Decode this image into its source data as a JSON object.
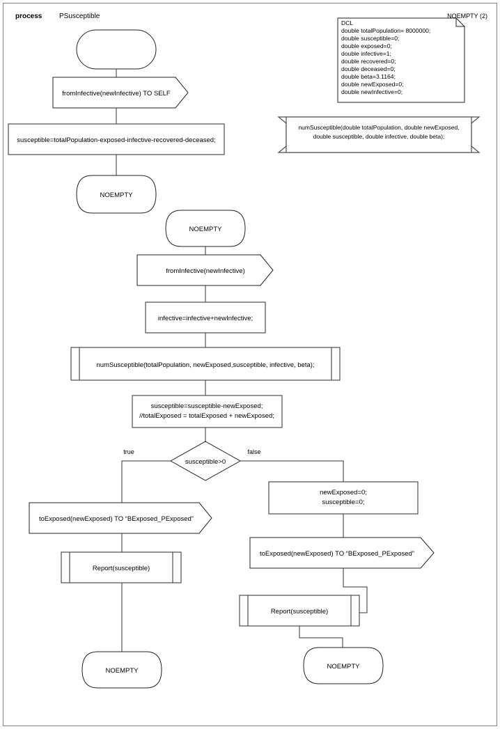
{
  "diagram": {
    "type": "SDL process diagram",
    "header": {
      "keyword": "process",
      "name": "PSusceptible",
      "page_label": "NOEMPTY (2)"
    },
    "declaration_note": {
      "title": "DCL",
      "lines": [
        "double totalPopulation= 8000000;",
        "double susceptible=0;",
        "double exposed=0;",
        "double infective=1;",
        "double recovered=0;",
        "double deceased=0;",
        "double beta=3.1164;",
        "double newExposed=0;",
        "double newInfective=0;"
      ]
    },
    "procedure_declaration": {
      "line1": "numSusceptible(double totalPopulation, double newExposed,",
      "line2": "double susceptible, double infective, double beta);"
    },
    "nodes": {
      "start_state": {
        "label": ""
      },
      "input_self": {
        "label": "fromInfective(newInfective) TO SELF"
      },
      "task_susceptible": {
        "label": "susceptible=totalPopulation-exposed-infective-recovered-deceased;"
      },
      "state_noempty_1": {
        "label": "NOEMPTY"
      },
      "state_noempty_2": {
        "label": "NOEMPTY"
      },
      "input_from_infective": {
        "label": "fromInfective(newInfective)"
      },
      "task_infective": {
        "label": "infective=infective+newInfective;"
      },
      "procedure_call": {
        "label": "numSusceptible(totalPopulation, newExposed,susceptible, infective, beta);"
      },
      "task_exposed": {
        "line1": "susceptible=susceptible-newExposed;",
        "line2": "//totalExposed = totalExposed + newExposed;"
      },
      "decision": {
        "condition": "susceptible>0",
        "branch_true": "true",
        "branch_false": "false"
      },
      "output_true": {
        "label": "toExposed(newExposed) TO “BExposed_PExposed”"
      },
      "report_true": {
        "label": "Report(susceptible)"
      },
      "state_end_true": {
        "label": "NOEMPTY"
      },
      "task_false": {
        "line1": "newExposed=0;",
        "line2": "susceptible=0;"
      },
      "output_false": {
        "label": "toExposed(newExposed) TO “BExposed_PExposed”"
      },
      "report_false": {
        "label": "Report(susceptible)"
      },
      "state_end_false": {
        "label": "NOEMPTY"
      }
    },
    "colors": {
      "background": "#ffffff",
      "shape_stroke": "#4d4d4d",
      "text": "#000000",
      "frame": "#808080"
    }
  }
}
